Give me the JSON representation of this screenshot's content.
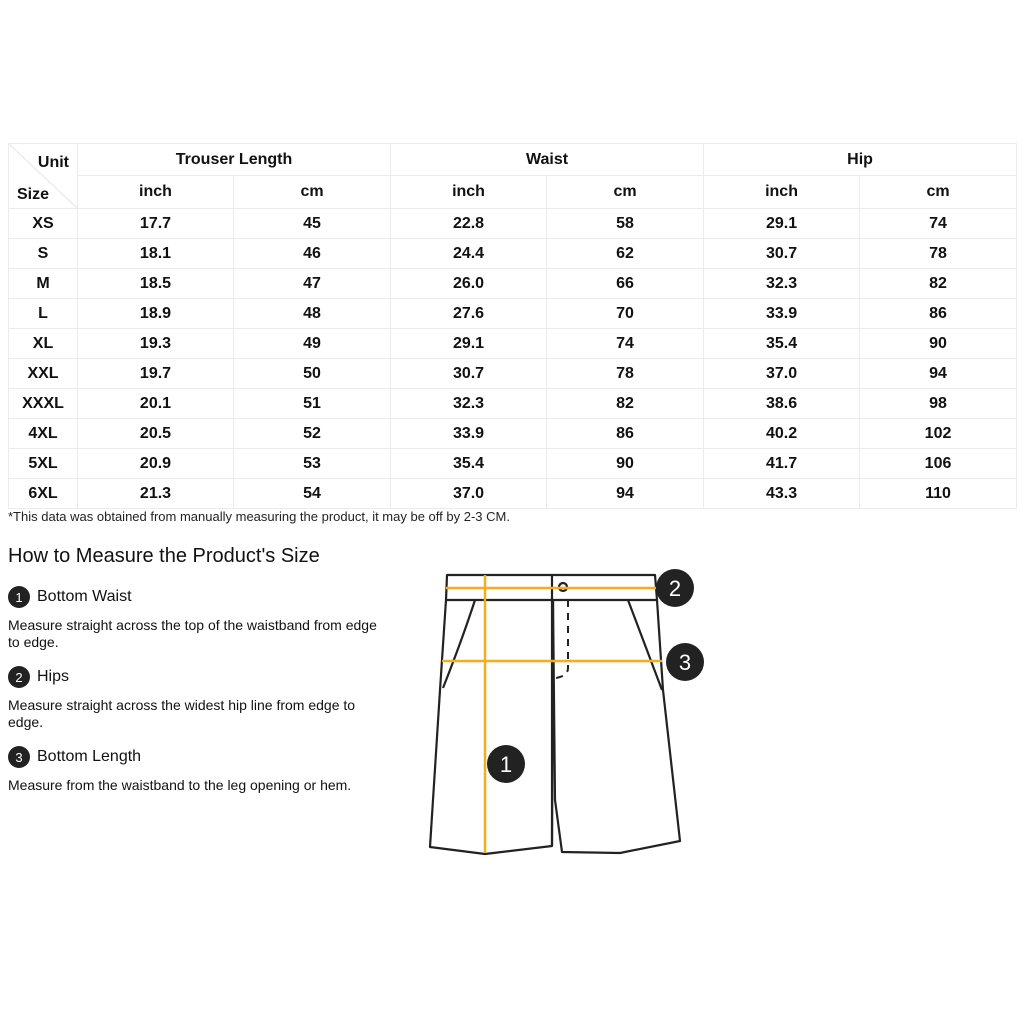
{
  "table": {
    "corner": {
      "unit": "Unit",
      "size": "Size"
    },
    "groups": [
      "Trouser Length",
      "Waist",
      "Hip"
    ],
    "subheaders": [
      "inch",
      "cm",
      "inch",
      "cm",
      "inch",
      "cm"
    ],
    "rows": [
      [
        "XS",
        "17.7",
        "45",
        "22.8",
        "58",
        "29.1",
        "74"
      ],
      [
        "S",
        "18.1",
        "46",
        "24.4",
        "62",
        "30.7",
        "78"
      ],
      [
        "M",
        "18.5",
        "47",
        "26.0",
        "66",
        "32.3",
        "82"
      ],
      [
        "L",
        "18.9",
        "48",
        "27.6",
        "70",
        "33.9",
        "86"
      ],
      [
        "XL",
        "19.3",
        "49",
        "29.1",
        "74",
        "35.4",
        "90"
      ],
      [
        "XXL",
        "19.7",
        "50",
        "30.7",
        "78",
        "37.0",
        "94"
      ],
      [
        "XXXL",
        "20.1",
        "51",
        "32.3",
        "82",
        "38.6",
        "98"
      ],
      [
        "4XL",
        "20.5",
        "52",
        "33.9",
        "86",
        "40.2",
        "102"
      ],
      [
        "5XL",
        "20.9",
        "53",
        "35.4",
        "90",
        "41.7",
        "106"
      ],
      [
        "6XL",
        "21.3",
        "54",
        "37.0",
        "94",
        "43.3",
        "110"
      ]
    ]
  },
  "note": "*This data was obtained from manually measuring the product, it may be off by 2-3 CM.",
  "guide": {
    "title": "How to Measure the Product's Size",
    "items": [
      {
        "number": "1",
        "title": "Bottom Waist",
        "desc": "Measure straight across the top of the waistband from edge to edge."
      },
      {
        "number": "2",
        "title": "Hips",
        "desc": "Measure straight across the widest hip line from edge to edge."
      },
      {
        "number": "3",
        "title": "Bottom Length",
        "desc": "Measure from the waistband to the leg opening or hem."
      }
    ]
  },
  "diagram": {
    "markers": [
      "1",
      "2",
      "3"
    ],
    "colors": {
      "measure_line": "#f2ae1c",
      "outline": "#222222",
      "marker_bg": "#222222",
      "marker_text": "#ffffff"
    }
  }
}
